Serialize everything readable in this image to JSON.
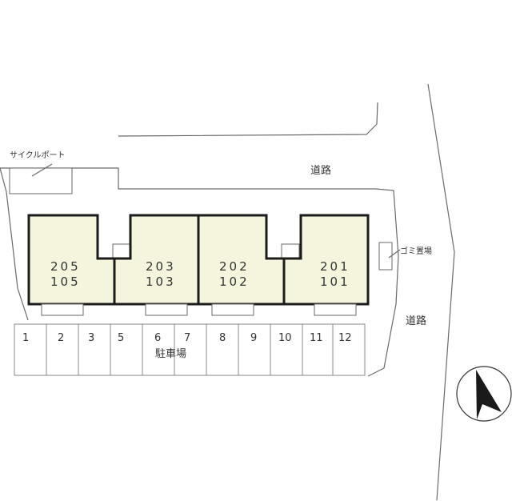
{
  "labels": {
    "road_top": "道路",
    "road_right": "道路",
    "cycle_port": "サイクルポート",
    "garbage": "ゴミ置場",
    "parking": "駐車場"
  },
  "units": [
    {
      "upper": "205",
      "lower": "105"
    },
    {
      "upper": "203",
      "lower": "103"
    },
    {
      "upper": "202",
      "lower": "102"
    },
    {
      "upper": "201",
      "lower": "101"
    }
  ],
  "parking_numbers": [
    "1",
    "2",
    "3",
    "5",
    "6",
    "7",
    "8",
    "9",
    "10",
    "11",
    "12"
  ],
  "colors": {
    "unit_fill": "#f4f5dc",
    "unit_stroke": "#1c1c1c",
    "line": "#6a6a6a"
  },
  "compass": {
    "icon": "north-arrow-icon"
  }
}
